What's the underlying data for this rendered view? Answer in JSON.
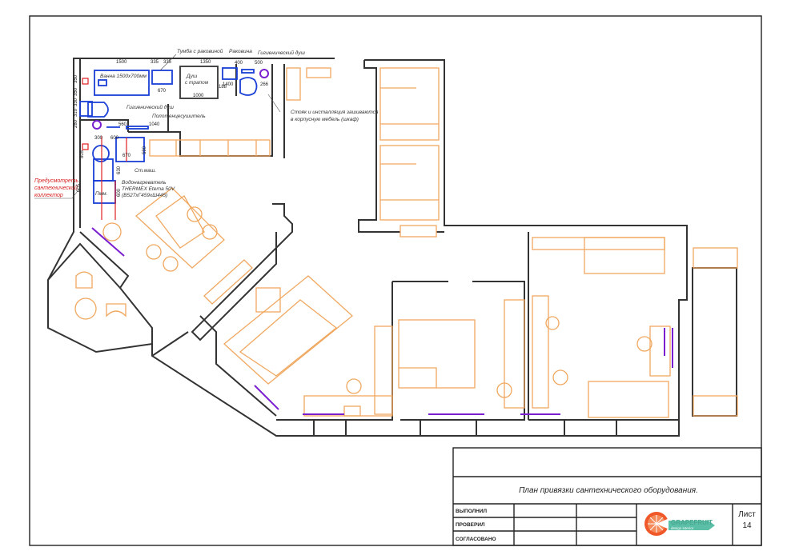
{
  "plan": {
    "labels": {
      "vanity": "Тумба с раковиной",
      "sink": "Раковина",
      "hygienic_shower_top": "Гигиенический душ",
      "bath": "Ванна 1500х700мм",
      "shower": "Душ",
      "shower_2": "с трапом",
      "hygienic_shower_left": "Гигиенический душ",
      "towel_dryer": "Полотенцесушитель",
      "installation_note_1": "Стояк и инсталляция зашиваются",
      "installation_note_2": "в корпусную мебель (шкаф)",
      "washer": "Ст.маш.",
      "boiler_1": "Водонагреватель",
      "boiler_2": "THERMEX Eterna 50V",
      "boiler_3": "(В527хГ459хШ445)",
      "dishwasher": "Пмм.",
      "collector_note_1": "Предусмотреть",
      "collector_note_2": "сантехнический",
      "collector_note_3": "коллектор"
    },
    "dimensions": {
      "d1500": "1500",
      "d335a": "335",
      "d335b": "335",
      "d1350": "1350",
      "d400": "400",
      "d500": "500",
      "d670": "670",
      "d1000": "1000",
      "d188": "188",
      "d266": "266",
      "d1400": "1400",
      "d350a": "350",
      "d350b": "350",
      "d330": "330",
      "d310": "310",
      "d280": "280",
      "d560": "560",
      "d1040": "1040",
      "d300": "300",
      "d600": "600",
      "d590": "590",
      "d805": "805",
      "d605": "605",
      "d630": "630",
      "d600b": "600",
      "d670b": "670"
    }
  },
  "title_block": {
    "title": "План привязки сантехнического оборудования.",
    "rows": [
      "ВЫПОЛНИЛ",
      "ПРОВЕРИЛ",
      "СОГЛАСОВАНО"
    ],
    "logo_name": "GRAPEFRUIT",
    "logo_sub": "design interior",
    "sheet_label": "Лист",
    "sheet_number": "14"
  },
  "colors": {
    "walls": "#333333",
    "furniture": "#f0a860",
    "plumbing": "#1a3fd6",
    "radiators": "#7a1fd0",
    "notes": "#d62020",
    "logo_orange": "#f0582a",
    "logo_teal": "#5bbfa8"
  }
}
